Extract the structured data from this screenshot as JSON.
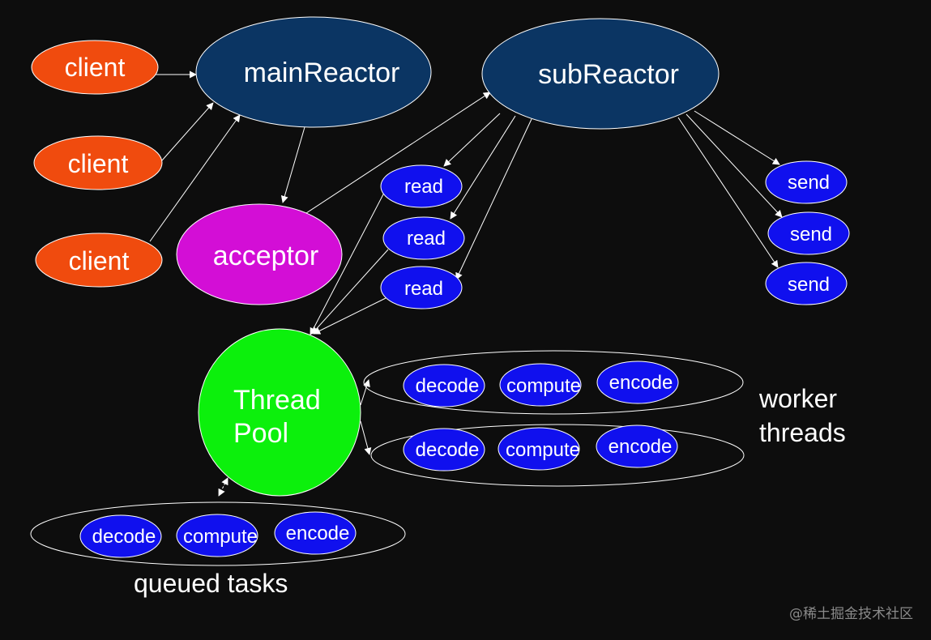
{
  "colors": {
    "background": "#0d0d0d",
    "client": "#f04b0e",
    "reactor": "#0b3563",
    "acceptor": "#d30ed6",
    "io": "#1010ee",
    "thread_pool": "#0cf00c",
    "line": "#ffffff"
  },
  "nodes": {
    "client_1": "client",
    "client_2": "client",
    "client_3": "client",
    "main_reactor": "mainReactor",
    "sub_reactor": "subReactor",
    "acceptor": "acceptor",
    "read_1": "read",
    "read_2": "read",
    "read_3": "read",
    "send_1": "send",
    "send_2": "send",
    "send_3": "send",
    "thread_pool_line1": "Thread",
    "thread_pool_line2": "Pool"
  },
  "worker_row_1": [
    "decode",
    "compute",
    "encode"
  ],
  "worker_row_2": [
    "decode",
    "compute",
    "encode"
  ],
  "queued_row": [
    "decode",
    "compute",
    "encode"
  ],
  "labels": {
    "worker_threads_line1": "worker",
    "worker_threads_line2": "threads",
    "queued_tasks": "queued tasks"
  },
  "watermark": "@稀土掘金技术社区"
}
